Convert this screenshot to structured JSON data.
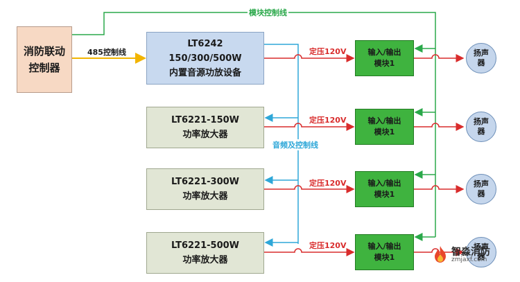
{
  "controller": {
    "line1": "消防联动",
    "line2": "控制器"
  },
  "control_line_label": "485控制线",
  "module_control_label": "模块控制线",
  "audio_control_label": "音频及控制线",
  "voltage_label": "定压120V",
  "main_amp": {
    "line1": "LT6242",
    "line2": "150/300/500W",
    "line3": "内置音源功放设备"
  },
  "amps": [
    {
      "line1": "LT6221-150W",
      "line2": "功率放大器"
    },
    {
      "line1": "LT6221-300W",
      "line2": "功率放大器"
    },
    {
      "line1": "LT6221-500W",
      "line2": "功率放大器"
    }
  ],
  "module": {
    "line1": "输入/输出",
    "line2": "模块1"
  },
  "speaker": {
    "line1": "扬声",
    "line2": "器"
  },
  "watermark": {
    "name": "智淼消防",
    "url": "zmjaxf.com"
  },
  "colors": {
    "power_line": "#d92c2c",
    "module_control_line": "#2aa84a",
    "audio_line": "#2ea7d8",
    "rs485_line": "#f2b400"
  }
}
